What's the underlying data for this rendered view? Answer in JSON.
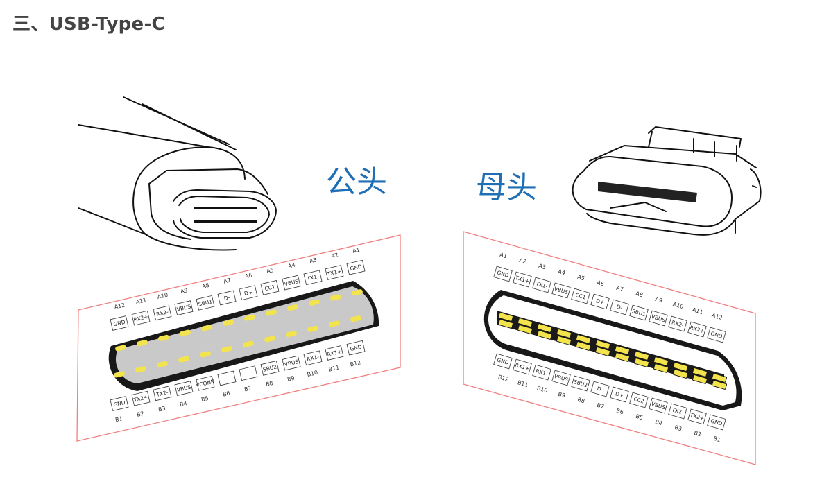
{
  "heading": "三、USB-Type-C",
  "colors": {
    "accent": "#1f6fb5",
    "frame": "#f08080",
    "contact": "#f3e34c",
    "shell": "#1a1a1a"
  },
  "male": {
    "title": "公头",
    "top_row": [
      {
        "pos": "A12",
        "name": "GND"
      },
      {
        "pos": "A11",
        "name": "RX2+"
      },
      {
        "pos": "A10",
        "name": "RX2-"
      },
      {
        "pos": "A9",
        "name": "VBUS"
      },
      {
        "pos": "A8",
        "name": "SBU1"
      },
      {
        "pos": "A7",
        "name": "D-"
      },
      {
        "pos": "A6",
        "name": "D+"
      },
      {
        "pos": "A5",
        "name": "CC1"
      },
      {
        "pos": "A4",
        "name": "VBUS"
      },
      {
        "pos": "A3",
        "name": "TX1-"
      },
      {
        "pos": "A2",
        "name": "TX1+"
      },
      {
        "pos": "A1",
        "name": "GND"
      }
    ],
    "bottom_row": [
      {
        "pos": "B1",
        "name": "GND"
      },
      {
        "pos": "B2",
        "name": "TX2+"
      },
      {
        "pos": "B3",
        "name": "TX2-"
      },
      {
        "pos": "B4",
        "name": "VBUS"
      },
      {
        "pos": "B5",
        "name": "VCONN"
      },
      {
        "pos": "B6",
        "name": ""
      },
      {
        "pos": "B7",
        "name": ""
      },
      {
        "pos": "B8",
        "name": "SBU2"
      },
      {
        "pos": "B9",
        "name": "VBUS"
      },
      {
        "pos": "B10",
        "name": "RX1-"
      },
      {
        "pos": "B11",
        "name": "RX1+"
      },
      {
        "pos": "B12",
        "name": "GND"
      }
    ]
  },
  "female": {
    "title": "母头",
    "top_row": [
      {
        "pos": "A1",
        "name": "GND"
      },
      {
        "pos": "A2",
        "name": "TX1+"
      },
      {
        "pos": "A3",
        "name": "TX1-"
      },
      {
        "pos": "A4",
        "name": "VBUS"
      },
      {
        "pos": "A5",
        "name": "CC1"
      },
      {
        "pos": "A6",
        "name": "D+"
      },
      {
        "pos": "A7",
        "name": "D-"
      },
      {
        "pos": "A8",
        "name": "SBU1"
      },
      {
        "pos": "A9",
        "name": "VBUS"
      },
      {
        "pos": "A10",
        "name": "RX2-"
      },
      {
        "pos": "A11",
        "name": "RX2+"
      },
      {
        "pos": "A12",
        "name": "GND"
      }
    ],
    "bottom_row": [
      {
        "pos": "B12",
        "name": "GND"
      },
      {
        "pos": "B11",
        "name": "RX1+"
      },
      {
        "pos": "B10",
        "name": "RX1-"
      },
      {
        "pos": "B9",
        "name": "VBUS"
      },
      {
        "pos": "B8",
        "name": "SBU2"
      },
      {
        "pos": "B7",
        "name": "D-"
      },
      {
        "pos": "B6",
        "name": "D+"
      },
      {
        "pos": "B5",
        "name": "CC2"
      },
      {
        "pos": "B4",
        "name": "VBUS"
      },
      {
        "pos": "B3",
        "name": "TX2-"
      },
      {
        "pos": "B2",
        "name": "TX2+"
      },
      {
        "pos": "B1",
        "name": "GND"
      }
    ]
  }
}
